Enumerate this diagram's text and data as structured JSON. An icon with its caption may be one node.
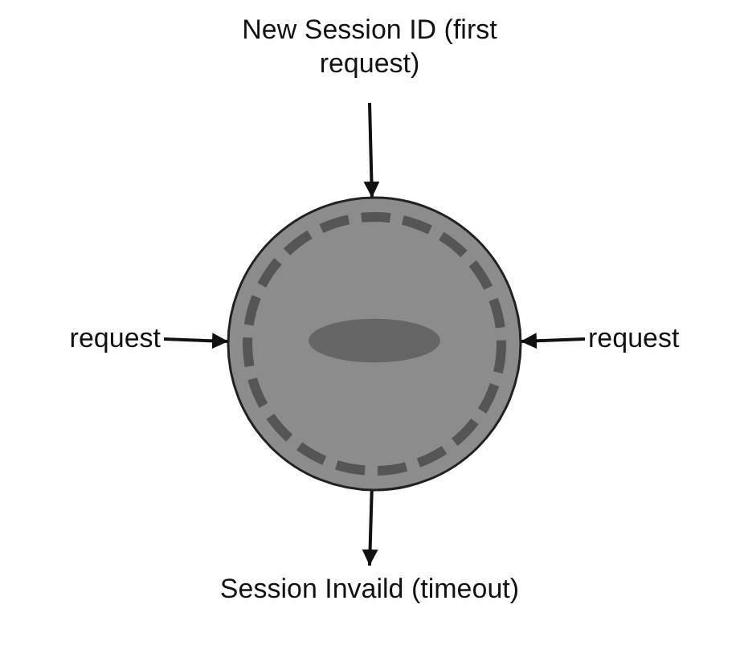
{
  "diagram": {
    "nodes": [
      {
        "text": [
          "New Session ID (first request)"
        ]
      },
      {
        "text": [],
        "shape": "circle"
      },
      {
        "text": [
          "request"
        ]
      },
      {
        "text": [
          "request"
        ]
      },
      {
        "text": [
          "Session Invaild (timeout)"
        ]
      }
    ],
    "edges": [
      {
        "from": 0,
        "to": 1,
        "arrow": "to"
      },
      {
        "from": 2,
        "to": 1,
        "arrow": "to"
      },
      {
        "from": 3,
        "to": 1,
        "arrow": "to"
      },
      {
        "from": 1,
        "to": 4,
        "arrow": "to"
      }
    ]
  }
}
